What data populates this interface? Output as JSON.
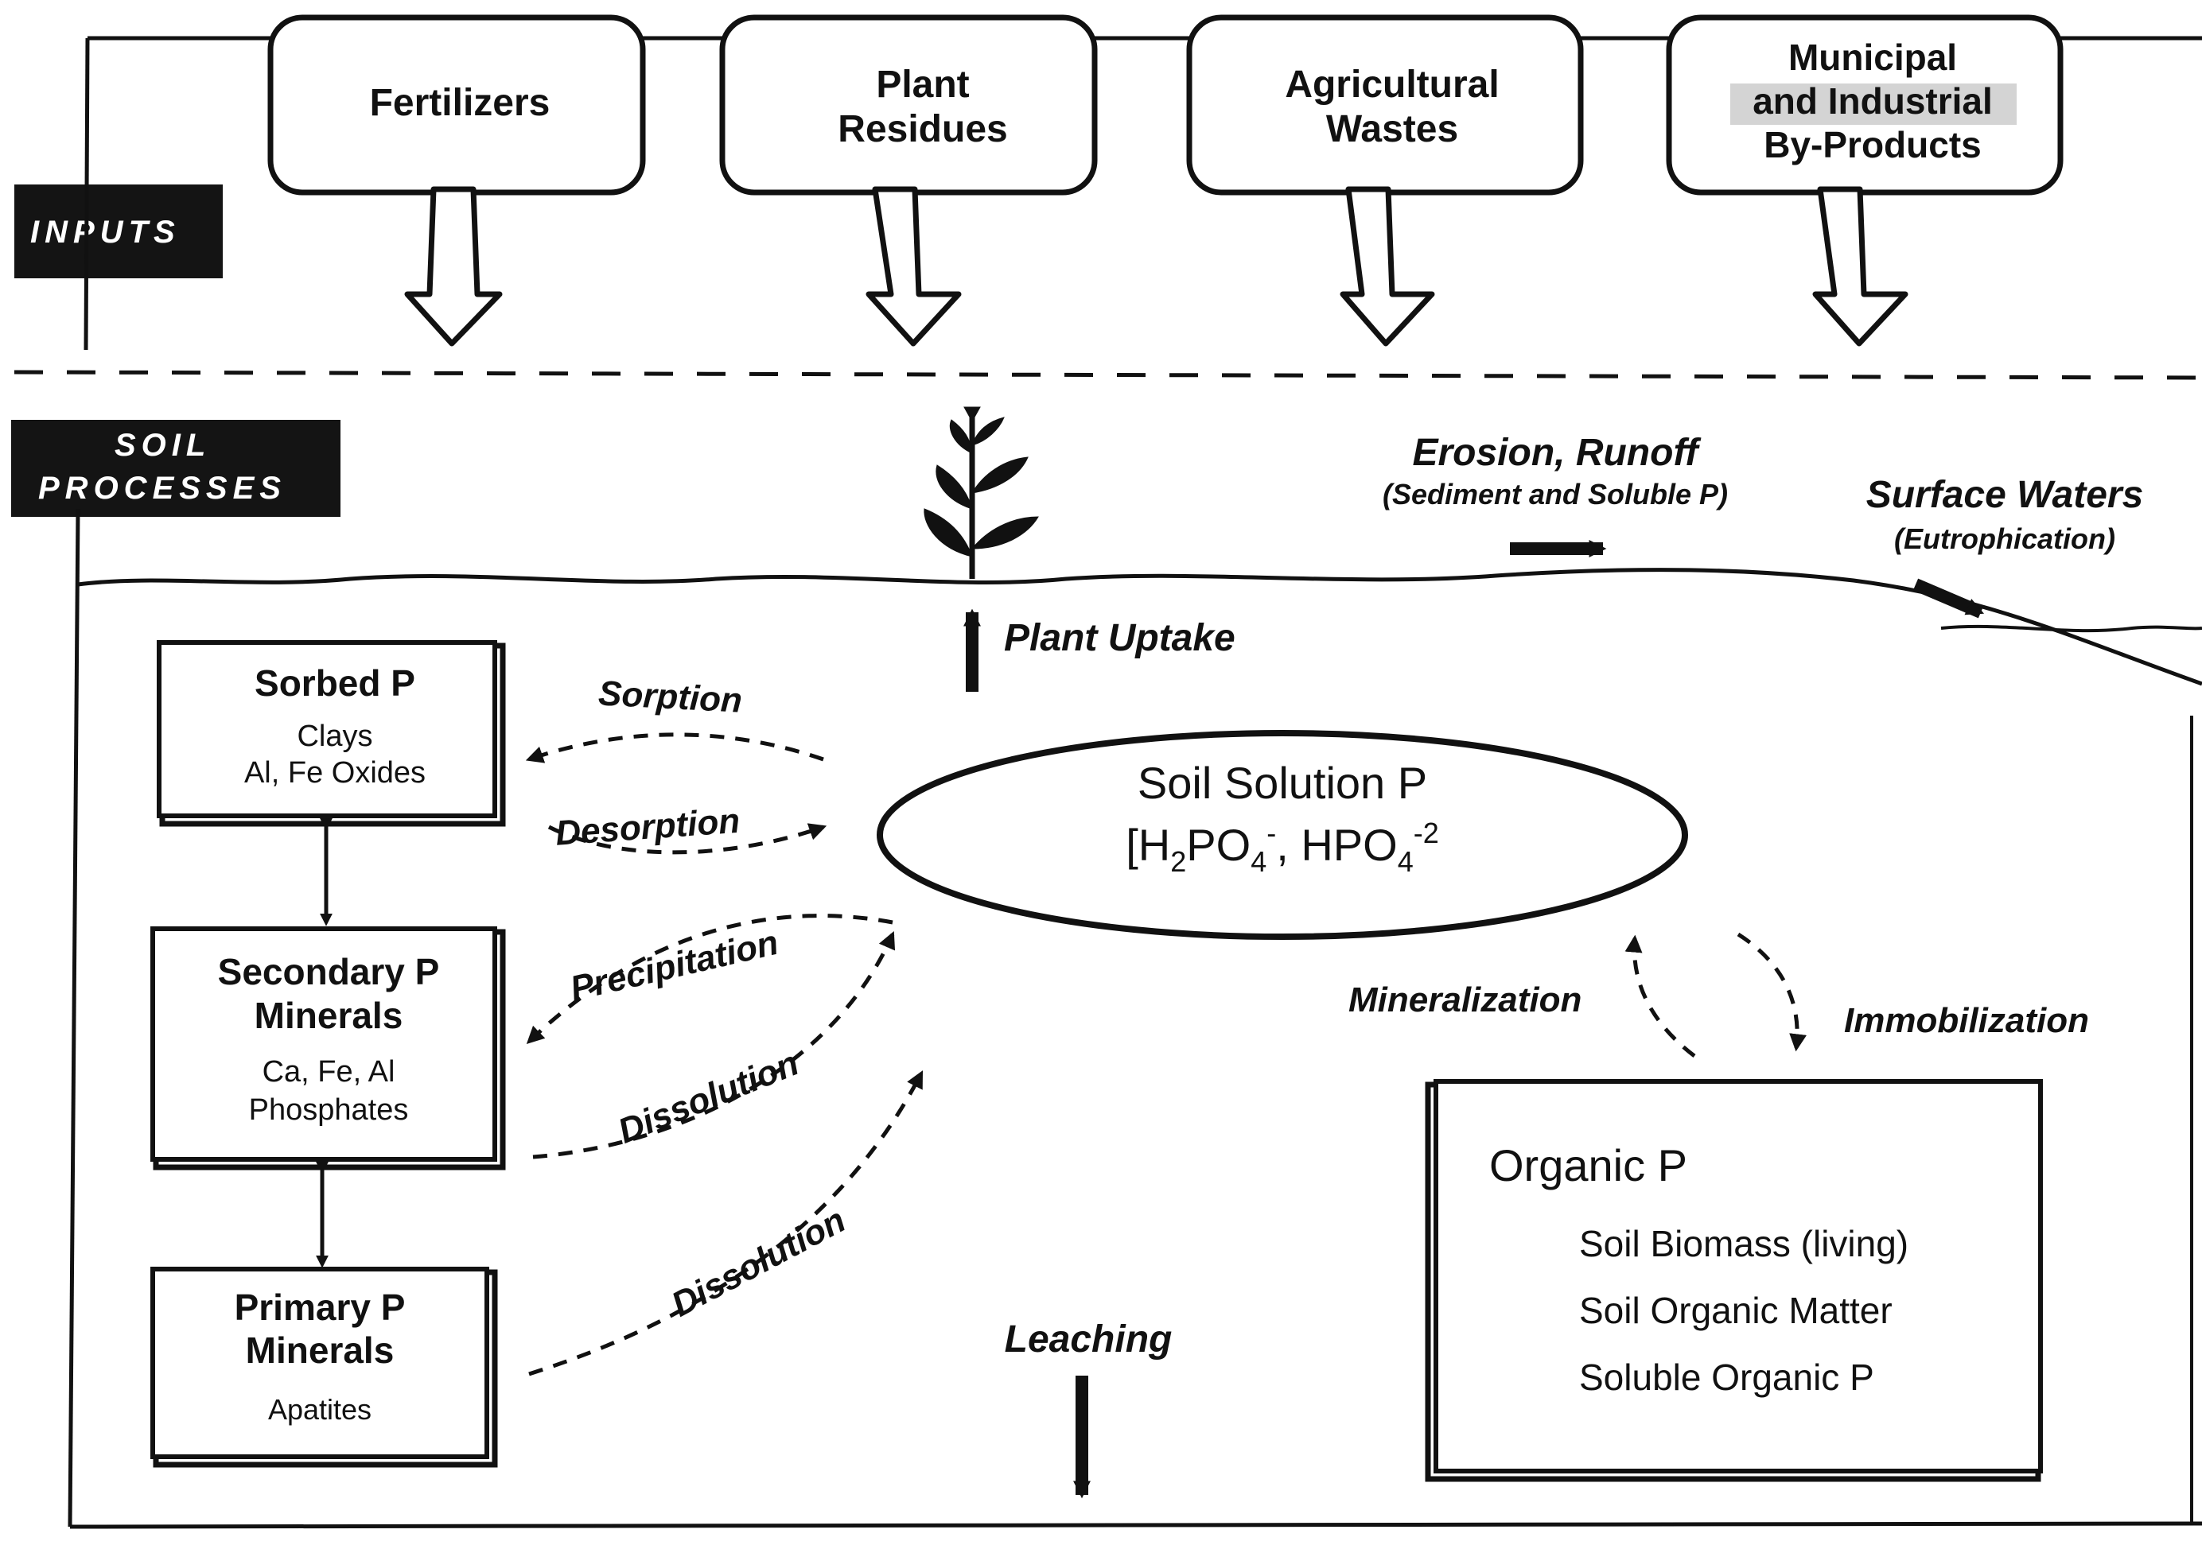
{
  "section_labels": {
    "inputs": "INPUTS",
    "soil_1": "SOIL",
    "soil_2": "PROCESSES"
  },
  "inputs": [
    {
      "line1": "Fertilizers",
      "line2": "",
      "line3": ""
    },
    {
      "line1": "Plant",
      "line2": "Residues",
      "line3": ""
    },
    {
      "line1": "Agricultural",
      "line2": "Wastes",
      "line3": ""
    },
    {
      "line1": "Municipal",
      "line2": "and Industrial",
      "line3": "By-Products"
    }
  ],
  "surface": {
    "erosion_title": "Erosion, Runoff",
    "erosion_sub": "(Sediment and Soluble P)",
    "surface_title": "Surface Waters",
    "surface_sub": "(Eutrophication)",
    "plant_uptake": "Plant Uptake"
  },
  "pools": {
    "sorbed": {
      "title": "Sorbed P",
      "l1": "Clays",
      "l2": "Al, Fe Oxides"
    },
    "secondary": {
      "title1": "Secondary P",
      "title2": "Minerals",
      "l1": "Ca, Fe, Al",
      "l2": "Phosphates"
    },
    "primary": {
      "title1": "Primary P",
      "title2": "Minerals",
      "l1": "Apatites"
    },
    "solution": {
      "title": "Soil Solution P",
      "formula_open": "[H",
      "sub2": "2",
      "po": "PO",
      "sub4": "4",
      "sup_minus": "-",
      "sep": ", HPO",
      "sub4b": "4",
      "sup_m2": "-2"
    },
    "organic": {
      "title": "Organic P",
      "l1": "Soil Biomass (living)",
      "l2": "Soil Organic Matter",
      "l3": "Soluble Organic P"
    }
  },
  "processes": {
    "sorption": "Sorption",
    "desorption": "Desorption",
    "precipitation": "Precipitation",
    "dissolution_1": "Dissolution",
    "dissolution_2": "Dissolution",
    "mineralization": "Mineralization",
    "immobilization": "Immobilization",
    "leaching": "Leaching"
  }
}
